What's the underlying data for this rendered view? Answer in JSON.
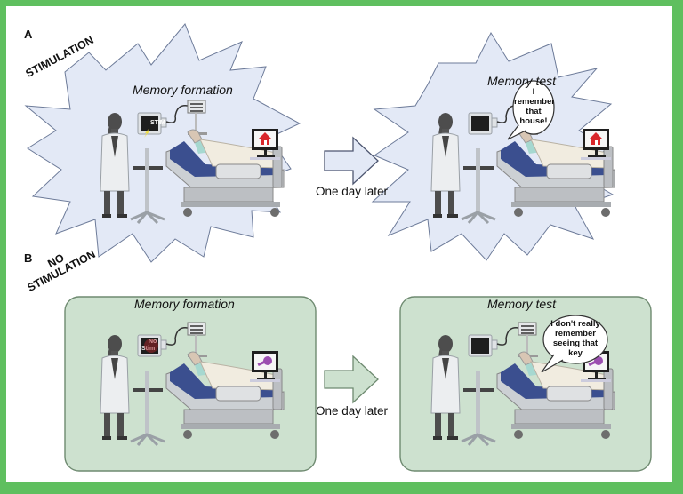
{
  "figure": {
    "panels": [
      {
        "letter": "A",
        "condition": "STIMULATION",
        "before_scene": {
          "title": "Memory formation",
          "monitor_text": "STIM",
          "shown_image": "house-icon"
        },
        "arrow_caption": "One day later",
        "after_scene": {
          "title": "Memory test",
          "speech_lines": [
            "I",
            "remember",
            "that",
            "house!"
          ],
          "shown_image": "house-icon"
        }
      },
      {
        "letter": "B",
        "condition_lines": [
          "NO",
          "STIMULATION"
        ],
        "before_scene": {
          "title": "Memory formation",
          "monitor_lines": [
            "No",
            "Stim"
          ],
          "shown_image": "key-icon"
        },
        "arrow_caption": "One day later",
        "after_scene": {
          "title": "Memory test",
          "speech_lines": [
            "I don't really",
            "remember",
            "seeing that",
            "key"
          ],
          "shown_image": "key-icon"
        }
      }
    ],
    "colors": {
      "border": "#5fbf5f",
      "stim_fill": "#e3e9f6",
      "stim_stroke": "#6d7b99",
      "nostim_fill": "#cde1cf",
      "nostim_stroke": "#6e8a70",
      "house": "#d9262b",
      "key": "#9b4fb0",
      "bed_blue": "#3b4f8f"
    }
  }
}
